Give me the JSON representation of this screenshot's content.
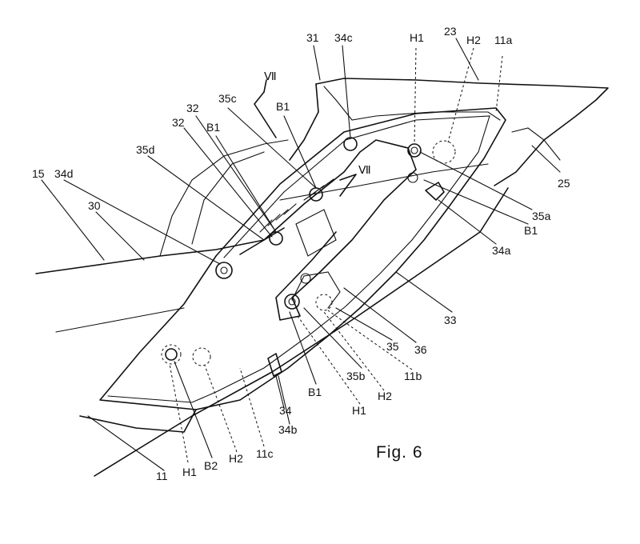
{
  "figure": {
    "caption": "Fig. 6"
  },
  "section_marker": "VII",
  "labels": {
    "l31": "31",
    "l34c": "34c",
    "l23": "23",
    "lH1_top": "H1",
    "lH2_top": "H2",
    "l11a": "11a",
    "lVII_top": "Ⅶ",
    "l35c": "35c",
    "lB1_a": "B1",
    "l32_a": "32",
    "l32_b": "32",
    "lB1_b": "B1",
    "l35d": "35d",
    "l15": "15",
    "l34d": "34d",
    "l30": "30",
    "lVII_mid": "Ⅶ",
    "l25": "25",
    "l35a": "35a",
    "lB1_c": "B1",
    "l34a": "34a",
    "l33": "33",
    "l35": "35",
    "l36": "36",
    "l11b": "11b",
    "l35b": "35b",
    "lB1_d": "B1",
    "lH1_mid": "H1",
    "lH2_mid": "H2",
    "l34": "34",
    "l34b": "34b",
    "l11": "11",
    "lH1_bot": "H1",
    "lB2": "B2",
    "lH2_bot": "H2",
    "l11c": "11c"
  }
}
